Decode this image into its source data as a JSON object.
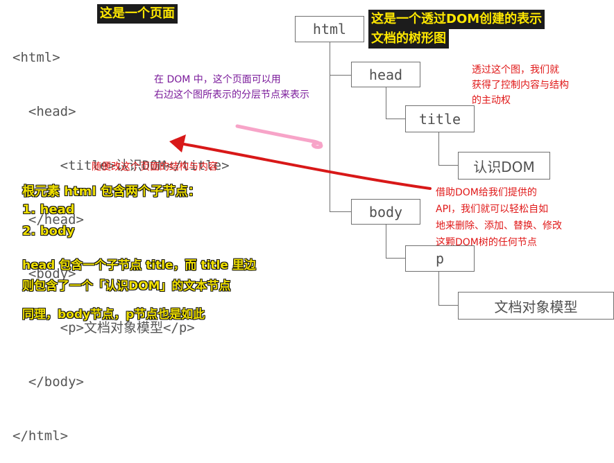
{
  "code": {
    "lines": [
      "<html>",
      "  <head>",
      "      <title>认识DOM</title>",
      "  </head>",
      "  <body>",
      "      <p>文档对象模型</p>",
      "  </body>",
      "</html>"
    ]
  },
  "labels": {
    "page_label": "这是一个页面",
    "tree_title_1": "这是一个透过DOM创建的表示",
    "tree_title_2": "文档的树形图",
    "purple_note_1": "在 DOM 中，这个页面可以用",
    "purple_note_2": "右边这个图所表示的分层节点来表示",
    "control_note_1": "透过这个图，我们就",
    "control_note_2": "获得了控制内容与结构",
    "control_note_3": "的主动权",
    "change_note": "随便改这个页面的结构与内容",
    "api_note_1": "借助DOM给我们提供的",
    "api_note_2": "API，我们就可以轻松自如",
    "api_note_3": "地来删除、添加、替换、修改",
    "api_note_4": "这颗DOM树的任何节点"
  },
  "explanation": {
    "line1": "根元素 html 包含两个子节点：",
    "line2": "1. head",
    "line3": "2. body",
    "line4": "head 包含一个子节点 title，而 title 里边",
    "line5": "则包含了一个「认识DOM」的文本节点",
    "line6": "同理，body节点，p节点也是如此"
  },
  "tree": {
    "html": "html",
    "head": "head",
    "title": "title",
    "title_text": "认识DOM",
    "body": "body",
    "p": "p",
    "p_text": "文档对象模型"
  },
  "colors": {
    "arrow_red": "#d81818",
    "arrow_pink": "#f7a4c8",
    "highlight_bg": "#1c1c1c",
    "highlight_fg": "#ffe800"
  }
}
